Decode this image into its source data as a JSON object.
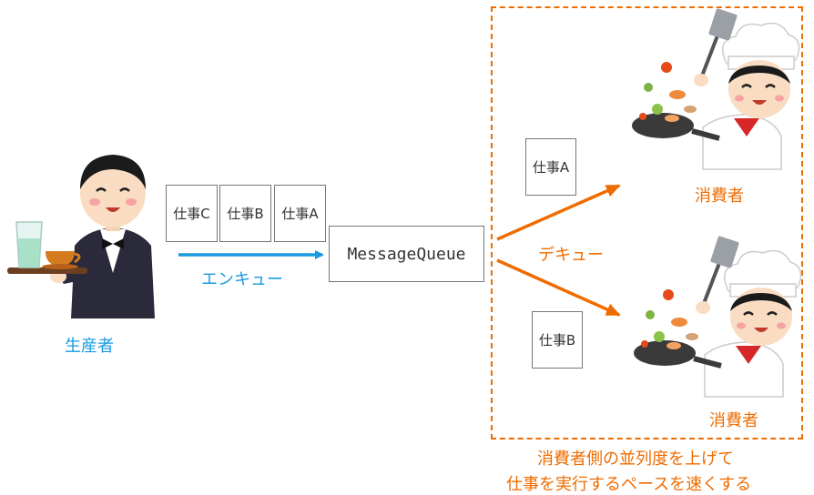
{
  "producer": {
    "label": "生産者"
  },
  "enqueue": {
    "label": "エンキュー",
    "jobs": [
      "仕事C",
      "仕事B",
      "仕事A"
    ]
  },
  "queue": {
    "label": "MessageQueue"
  },
  "dequeue": {
    "label": "デキュー"
  },
  "consumers": [
    {
      "label": "消費者",
      "job": "仕事A"
    },
    {
      "label": "消費者",
      "job": "仕事B"
    }
  ],
  "note": {
    "line1": "消費者側の並列度を上げて",
    "line2": "仕事を実行するペースを速くする"
  },
  "colors": {
    "blue": "#1a9ae0",
    "orange": "#ef6c00",
    "border": "#777777"
  }
}
